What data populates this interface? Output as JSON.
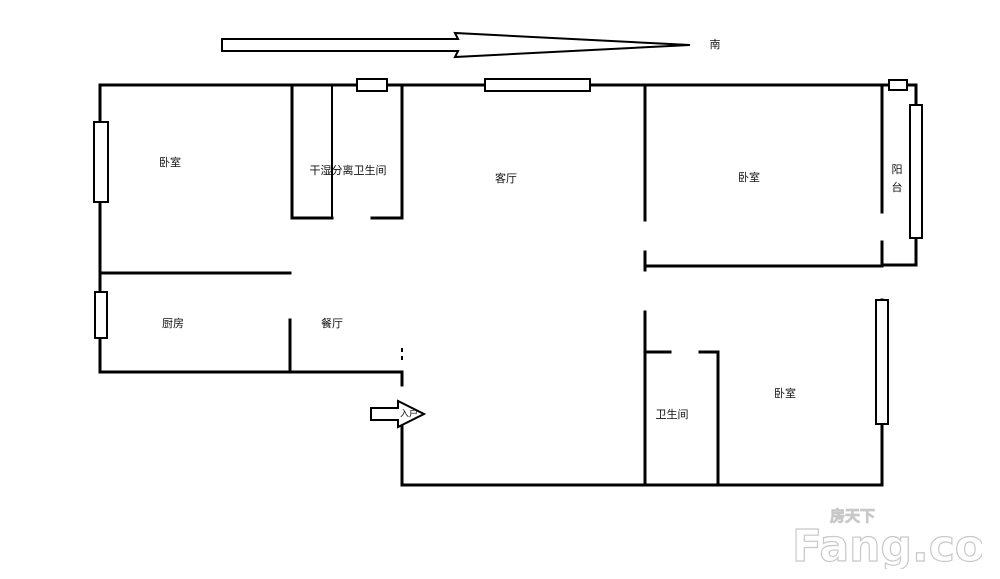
{
  "compass": {
    "direction_label": "南"
  },
  "rooms": {
    "bedroom_nw": "卧室",
    "dry_wet_bathroom": "干湿分离卫生间",
    "living_room": "客厅",
    "bedroom_ne": "卧室",
    "balcony": "阳台",
    "kitchen": "厨房",
    "dining_room": "餐厅",
    "bathroom": "卫生间",
    "bedroom_se": "卧室"
  },
  "entrance": {
    "label": "入户"
  },
  "watermark": {
    "brand": "Fang.com",
    "brand_cn": "房天下"
  }
}
